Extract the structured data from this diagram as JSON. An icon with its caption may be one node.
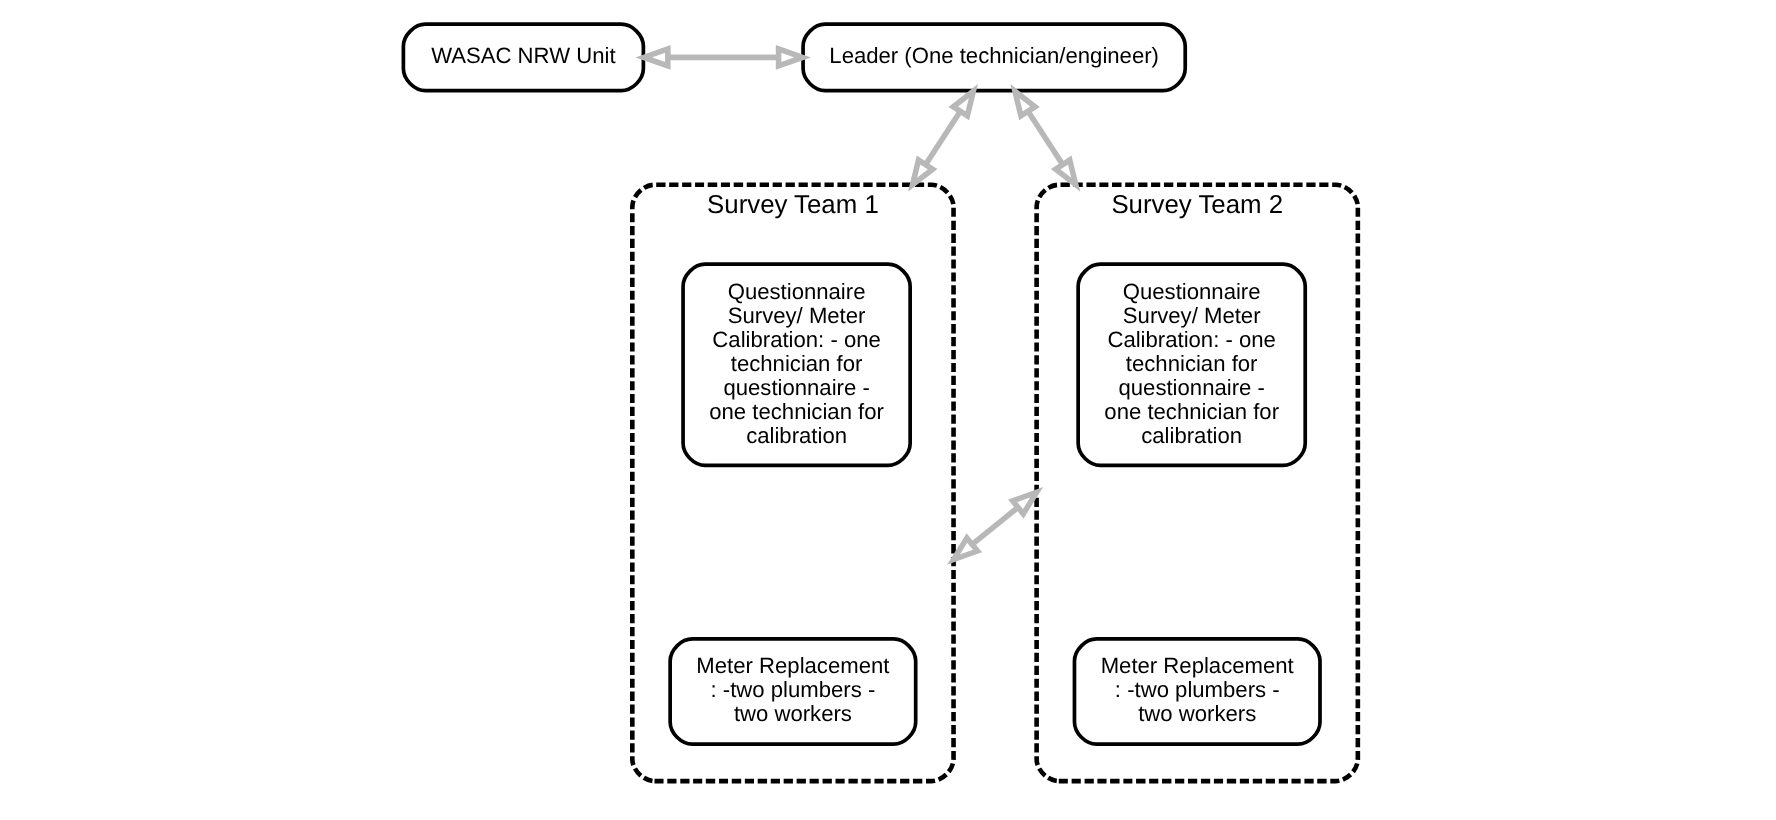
{
  "diagram": {
    "nodes": [
      {
        "text": [
          "WASAC NRW Unit"
        ]
      },
      {
        "text": [
          "Leader (One technician/engineer)"
        ]
      },
      {
        "text": [
          "Survey Team 1"
        ]
      },
      {
        "text": [
          "Questionnaire Survey/ Meter Calibration: - one technician for questionnaire - one technician for calibration"
        ],
        "in": 2
      },
      {
        "text": [
          "Meter Replacement : -two plumbers - two workers"
        ],
        "in": 2
      },
      {
        "text": [
          "Survey Team 2"
        ]
      },
      {
        "text": [
          "Questionnaire Survey/ Meter Calibration: - one technician for questionnaire - one technician for calibration"
        ],
        "in": 5
      },
      {
        "text": [
          "Meter Replacement : -two plumbers - two workers"
        ],
        "in": 5
      }
    ],
    "edges": [
      {
        "from": 0,
        "to": 1,
        "arrow": "both"
      },
      {
        "from": 1,
        "to": 2,
        "arrow": "both"
      },
      {
        "from": 1,
        "to": 5,
        "arrow": "both"
      },
      {
        "from": 2,
        "to": 5,
        "arrow": "both"
      }
    ]
  }
}
